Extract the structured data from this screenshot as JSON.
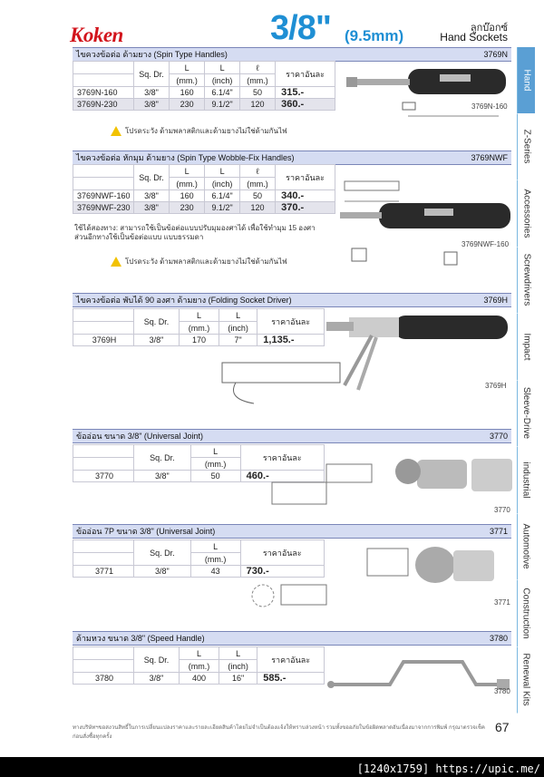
{
  "header": {
    "brand": "Koken",
    "size": "3/8\"",
    "size_mm": "(9.5mm)",
    "category_th": "ลูกบ๊อกซ์",
    "category_en": "Hand Sockets"
  },
  "tabs": [
    "Hand",
    "Z-Series",
    "Accessories",
    "Screwdrivers",
    "Impact",
    "Sleeve-Drive",
    "industrial",
    "Automotive",
    "Construction",
    "Renewal Kits"
  ],
  "sections": {
    "s1": {
      "title": "ไขควงข้อต่อ ด้ามยาง (Spin Type Handles)",
      "code": "3769N",
      "headers": [
        "Sq. Dr.",
        "L",
        "L",
        "ℓ",
        "ราคาอันละ"
      ],
      "units": [
        "(mm.)",
        "(inch)",
        "(mm.)"
      ],
      "rows": [
        [
          "3769N-160",
          "3/8\"",
          "160",
          "6.1/4\"",
          "50",
          "315.-"
        ],
        [
          "3769N-230",
          "3/8\"",
          "230",
          "9.1/2\"",
          "120",
          "360.-"
        ]
      ],
      "warning": "โปรดระวัง ด้ามพลาสติกและด้ามยางไม่ใช่ด้ามกันไฟ",
      "img_code": "3769N-160"
    },
    "s2": {
      "title": "ไขควงข้อต่อ หักมุม ด้ามยาง (Spin Type Wobble-Fix Handles)",
      "code": "3769NWF",
      "headers": [
        "Sq. Dr.",
        "L",
        "L",
        "ℓ",
        "ราคาอันละ"
      ],
      "units": [
        "(mm.)",
        "(inch)",
        "(mm.)"
      ],
      "rows": [
        [
          "3769NWF-160",
          "3/8\"",
          "160",
          "6.1/4\"",
          "50",
          "340.-"
        ],
        [
          "3769NWF-230",
          "3/8\"",
          "230",
          "9.1/2\"",
          "120",
          "370.-"
        ]
      ],
      "note": "ใช้ได้สองทาง: สามารถใช้เป็นข้อต่อแบบปรับมุมองศาได้ เพื่อใช้ทำมุม 15 องศา ส่วนอีกทางใช้เป็นข้อต่อแบบ แบบธรรมดา",
      "warning": "โปรดระวัง ด้ามพลาสติกและด้ามยางไม่ใช่ด้ามกันไฟ",
      "img_code": "3769NWF-160"
    },
    "s3": {
      "title": "ไขควงข้อต่อ พับได้ 90 องศา ด้ามยาง (Folding Socket Driver)",
      "code": "3769H",
      "headers": [
        "Sq. Dr.",
        "L",
        "L",
        "ราคาอันละ"
      ],
      "units": [
        "(mm.)",
        "(inch)"
      ],
      "rows": [
        [
          "3769H",
          "3/8\"",
          "170",
          "7\"",
          "1,135.-"
        ]
      ],
      "img_code": "3769H"
    },
    "s4": {
      "title": "ข้ออ่อน ขนาด 3/8\" (Universal Joint)",
      "code": "3770",
      "headers": [
        "Sq. Dr.",
        "L",
        "ราคาอันละ"
      ],
      "units": [
        "(mm.)"
      ],
      "rows": [
        [
          "3770",
          "3/8\"",
          "50",
          "460.-"
        ]
      ],
      "img_code": "3770"
    },
    "s5": {
      "title": "ข้ออ่อน 7P ขนาด 3/8\" (Universal Joint)",
      "code": "3771",
      "headers": [
        "Sq. Dr.",
        "L",
        "ราคาอันละ"
      ],
      "units": [
        "(mm.)"
      ],
      "rows": [
        [
          "3771",
          "3/8\"",
          "43",
          "730.-"
        ]
      ],
      "img_code": "3771"
    },
    "s6": {
      "title": "ด้ามหวง ขนาด 3/8\" (Speed Handle)",
      "code": "3780",
      "headers": [
        "Sq. Dr.",
        "L",
        "L",
        "ราคาอันละ"
      ],
      "units": [
        "(mm.)",
        "(inch)"
      ],
      "rows": [
        [
          "3780",
          "3/8\"",
          "400",
          "16\"",
          "585.-"
        ]
      ],
      "img_code": "3780"
    }
  },
  "footer": "ทางบริษัทฯขอสงวนสิทธิ์ในการเปลี่ยนแปลงราคาและรายละเอียดสินค้าโดยไม่จำเป็นต้องแจ้งให้ทราบล่วงหน้า รวมทั้งขออภัยในข้อผิดพลาดอันเนื่องมาจากการพิมพ์ กรุณาตรวจเช็คก่อนสั่งซื้อทุกครั้ง",
  "page_number": "67",
  "watermark": "[1240x1759] https://upic.me/"
}
